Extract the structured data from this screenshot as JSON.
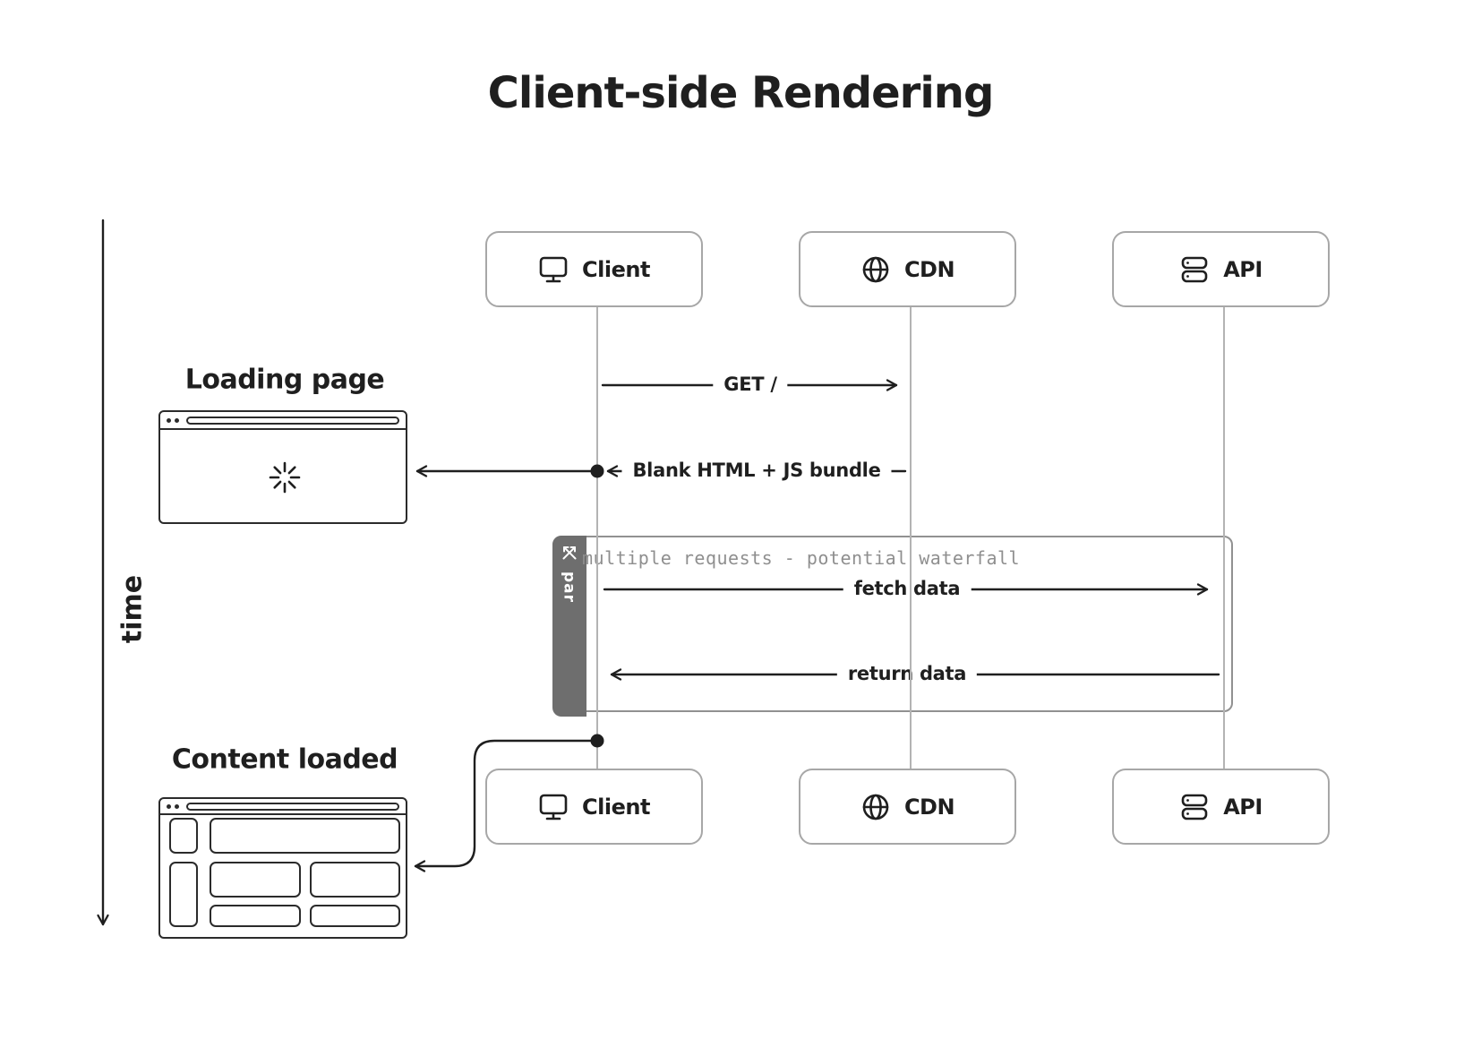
{
  "title": "Client-side Rendering",
  "time_axis": {
    "label": "time"
  },
  "actors": {
    "top": [
      {
        "id": "client",
        "label": "Client",
        "icon": "monitor-icon"
      },
      {
        "id": "cdn",
        "label": "CDN",
        "icon": "globe-icon"
      },
      {
        "id": "api",
        "label": "API",
        "icon": "server-icon"
      }
    ],
    "bottom": [
      {
        "id": "client",
        "label": "Client",
        "icon": "monitor-icon"
      },
      {
        "id": "cdn",
        "label": "CDN",
        "icon": "globe-icon"
      },
      {
        "id": "api",
        "label": "API",
        "icon": "server-icon"
      }
    ]
  },
  "messages": [
    {
      "id": "get-root",
      "from": "Client",
      "to": "CDN",
      "label": "GET /"
    },
    {
      "id": "blank-html-js",
      "from": "CDN",
      "to": "Client",
      "label": "Blank HTML + JS bundle"
    },
    {
      "id": "fetch-data",
      "from": "Client",
      "to": "API",
      "label": "fetch data"
    },
    {
      "id": "return-data",
      "from": "API",
      "to": "Client",
      "label": "return data"
    }
  ],
  "par_block": {
    "label": "par",
    "icon": "crossed-arrows-icon",
    "note": "multiple requests - potential waterfall"
  },
  "annotations": [
    {
      "id": "loading",
      "label": "Loading page",
      "icon": "loading-spinner-icon"
    },
    {
      "id": "content",
      "label": "Content loaded"
    }
  ],
  "colors": {
    "ink": "#1f1f1f",
    "lifeline": "#b3b3b3",
    "actor_border": "#a7a7a7",
    "window_border": "#2b2b2b",
    "par_border": "#919191",
    "par_tab_bg": "#6e6e6e",
    "note_text": "#8f8f8f",
    "background": "#ffffff"
  }
}
